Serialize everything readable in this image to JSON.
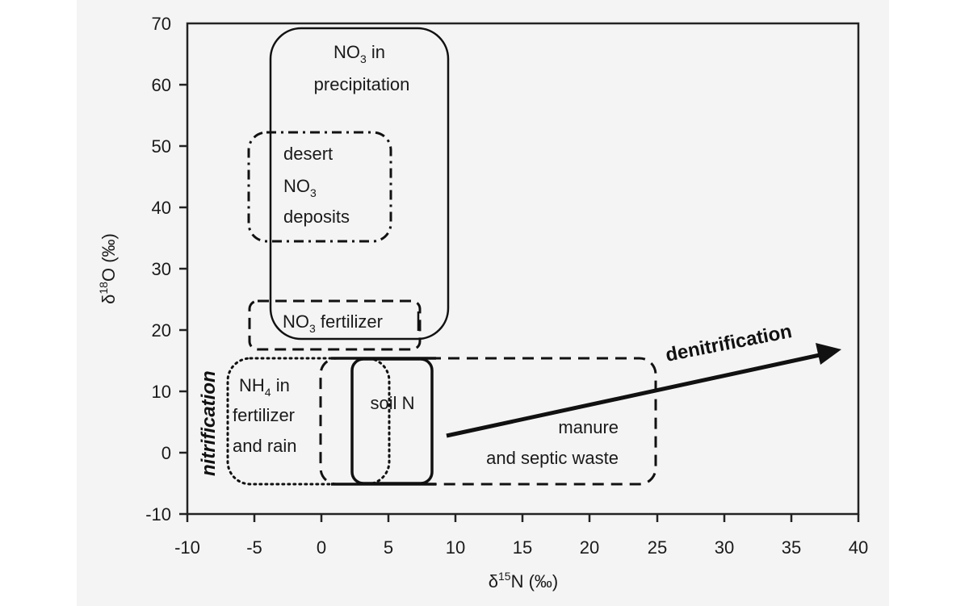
{
  "chart_data": {
    "type": "diagram-regions",
    "title": "",
    "xlabel": "δ15N (‰)",
    "ylabel": "δ18O (‰)",
    "xlim": [
      -10,
      40
    ],
    "ylim": [
      -10,
      70
    ],
    "xticks": [
      -10,
      -5,
      0,
      5,
      10,
      15,
      20,
      25,
      30,
      35,
      40
    ],
    "yticks": [
      -10,
      0,
      10,
      20,
      30,
      40,
      50,
      60,
      70
    ],
    "grid": false,
    "regions": [
      {
        "name": "NO3 in precipitation",
        "line": "solid",
        "x": [
          -4,
          9.5
        ],
        "y": [
          18.5,
          69
        ]
      },
      {
        "name": "desert NO3 deposits",
        "line": "dash-dot",
        "x": [
          -5.5,
          5.2
        ],
        "y": [
          34.5,
          52.5
        ]
      },
      {
        "name": "NO3 fertilizer",
        "line": "dashed",
        "x": [
          -5.5,
          7.3
        ],
        "y": [
          17,
          24.5
        ]
      },
      {
        "name": "NH4 in fertilizer and rain",
        "line": "dotted",
        "x": [
          -7,
          5
        ],
        "y": [
          -5,
          15.5
        ]
      },
      {
        "name": "soil N",
        "line": "solid-thick",
        "x": [
          2.2,
          8.2
        ],
        "y": [
          -5,
          15
        ]
      },
      {
        "name": "manure and septic waste",
        "line": "dashed",
        "x": [
          0,
          25
        ],
        "y": [
          -5,
          15.5
        ]
      }
    ],
    "annotations": [
      {
        "text": "denitrification",
        "type": "arrow",
        "from": [
          10,
          2.5
        ],
        "to": [
          38.5,
          16.5
        ]
      },
      {
        "text": "nitrification",
        "type": "vertical-label",
        "x": -8.5,
        "y": 5
      }
    ]
  },
  "axes": {
    "x_title_delta": "δ",
    "x_title_sup": "15",
    "x_title_rest": "N (‰)",
    "y_title_delta": "δ",
    "y_title_sup": "18",
    "y_title_rest": "O (‰)",
    "x_tick_labels": [
      "-10",
      "-5",
      "0",
      "5",
      "10",
      "15",
      "20",
      "25",
      "30",
      "35",
      "40"
    ],
    "y_tick_labels": [
      "70",
      "60",
      "50",
      "40",
      "30",
      "20",
      "10",
      "0",
      "-10"
    ]
  },
  "labels": {
    "precip_line1_a": "NO",
    "precip_line1_sub": "3",
    "precip_line1_b": " in",
    "precip_line2": "precipitation",
    "desert_line1": "desert",
    "desert_line2_a": "NO",
    "desert_line2_sub": "3",
    "desert_line3": "deposits",
    "fert_a": "NO",
    "fert_sub": "3",
    "fert_b": " fertilizer",
    "nh4_line1_a": "NH",
    "nh4_line1_sub": "4",
    "nh4_line1_b": " in",
    "nh4_line2": "fertilizer",
    "nh4_line3": "and rain",
    "soil": "soil N",
    "manure_line1": "manure",
    "manure_line2": "and septic waste",
    "denitrification": "denitrification",
    "nitrification": "nitrification"
  }
}
